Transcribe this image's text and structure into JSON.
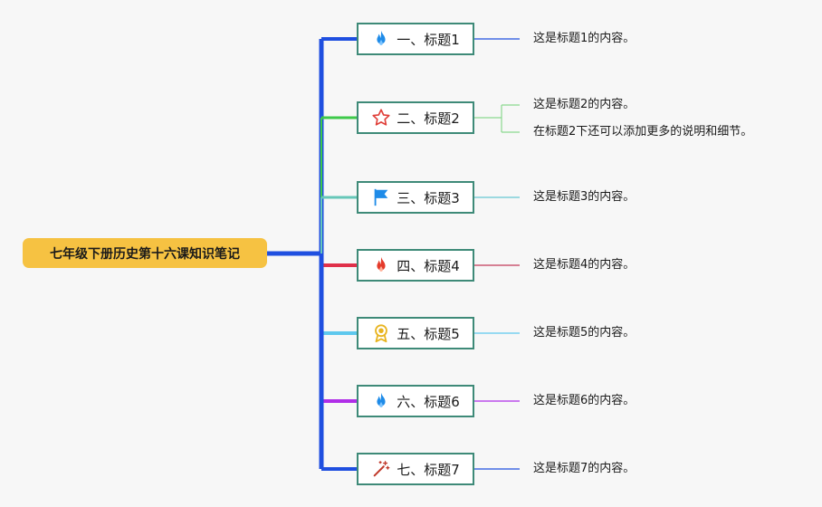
{
  "root": {
    "title": "七年级下册历史第十六课知识笔记"
  },
  "topics": [
    {
      "label": "一、标题1",
      "icon": "fire-icon-blue",
      "branch_color": "#1f4fe0",
      "line_color": "#1f4fe0",
      "notes": [
        "这是标题1的内容。"
      ]
    },
    {
      "label": "二、标题2",
      "icon": "star-icon",
      "branch_color": "#3ec94a",
      "line_color": "#8ad88f",
      "notes": [
        "这是标题2的内容。",
        "在标题2下还可以添加更多的说明和细节。"
      ]
    },
    {
      "label": "三、标题3",
      "icon": "flag-icon",
      "branch_color": "#66c7b8",
      "line_color": "#66c7d2",
      "notes": [
        "这是标题3的内容。"
      ]
    },
    {
      "label": "四、标题4",
      "icon": "fire-icon-red",
      "branch_color": "#e0304a",
      "line_color": "#c23a5a",
      "notes": [
        "这是标题4的内容。"
      ]
    },
    {
      "label": "五、标题5",
      "icon": "award-icon",
      "branch_color": "#5ec8ee",
      "line_color": "#5ec8ee",
      "notes": [
        "这是标题5的内容。"
      ]
    },
    {
      "label": "六、标题6",
      "icon": "fire-icon-blue",
      "branch_color": "#b02ee8",
      "line_color": "#b02ee8",
      "notes": [
        "这是标题6的内容。"
      ]
    },
    {
      "label": "七、标题7",
      "icon": "magic-wand-icon",
      "branch_color": "#1f4fe0",
      "line_color": "#1f4fe0",
      "notes": [
        "这是标题7的内容。"
      ]
    }
  ]
}
